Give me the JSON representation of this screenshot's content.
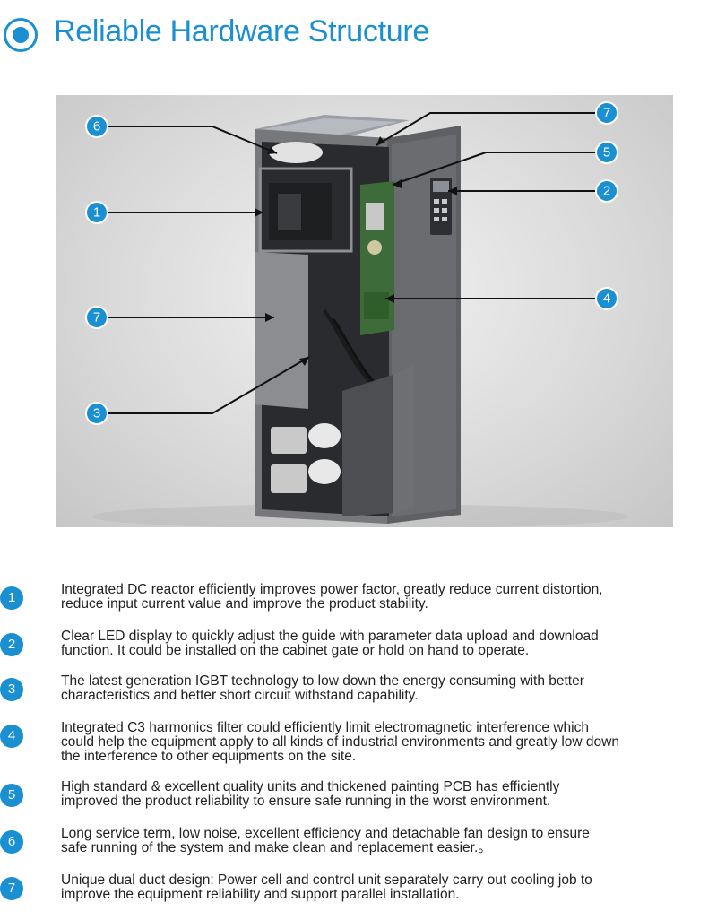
{
  "title": "Reliable Hardware Structure",
  "colors": {
    "accent": "#1a8fd1",
    "text": "#222222"
  },
  "callouts": [
    {
      "label": "6"
    },
    {
      "label": "1"
    },
    {
      "label": "7"
    },
    {
      "label": "3"
    },
    {
      "label": "7"
    },
    {
      "label": "5"
    },
    {
      "label": "2"
    },
    {
      "label": "4"
    }
  ],
  "features": [
    {
      "num": "1",
      "text": "Integrated DC reactor efficiently improves power factor, greatly reduce current distortion,\nreduce input current value and improve the product stability."
    },
    {
      "num": "2",
      "text": "Clear LED display to quickly adjust the guide with parameter data upload and download\nfunction. It could be installed on the cabinet gate or hold on hand to operate."
    },
    {
      "num": "3",
      "text": " The latest generation IGBT technology to low down the energy consuming with better\ncharacteristics and better short circuit withstand capability."
    },
    {
      "num": "4",
      "text": "Integrated C3 harmonics filter could efficiently limit electromagnetic interference which\ncould help the equipment apply to all kinds of industrial environments and greatly low down\nthe interference to other equipments on the site."
    },
    {
      "num": "5",
      "text": "High standard & excellent quality units and thickened painting PCB has efficiently\nimproved the product reliability to ensure safe running in the worst environment."
    },
    {
      "num": "6",
      "text": "Long service term, low noise, excellent efficiency and detachable fan design to ensure\nsafe running of the system and make clean and replacement easier.。"
    },
    {
      "num": "7",
      "text": "Unique dual duct design: Power cell and control unit separately carry out cooling job to\nimprove the equipment reliability and support parallel installation."
    }
  ]
}
